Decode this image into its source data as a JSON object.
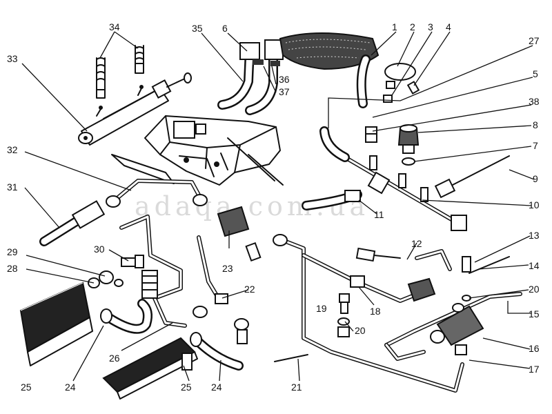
{
  "watermark": "adaqa.com.ua",
  "labels": {
    "l1": "1",
    "l2": "2",
    "l3": "3",
    "l4": "4",
    "l5": "5",
    "l6": "6",
    "l7": "7",
    "l8": "8",
    "l9": "9",
    "l10": "10",
    "l11": "11",
    "l12": "12",
    "l13": "13",
    "l14": "14",
    "l15": "15",
    "l16": "16",
    "l17": "17",
    "l18": "18",
    "l19": "19",
    "l20a": "20",
    "l20b": "20",
    "l21": "21",
    "l22": "22",
    "l23": "23",
    "l24a": "24",
    "l24b": "24",
    "l25a": "25",
    "l25b": "25",
    "l26": "26",
    "l27": "27",
    "l28": "28",
    "l29": "29",
    "l30": "30",
    "l31": "31",
    "l32": "32",
    "l33": "33",
    "l34": "34",
    "l35": "35",
    "l36": "36",
    "l37": "37",
    "l38": "38"
  }
}
